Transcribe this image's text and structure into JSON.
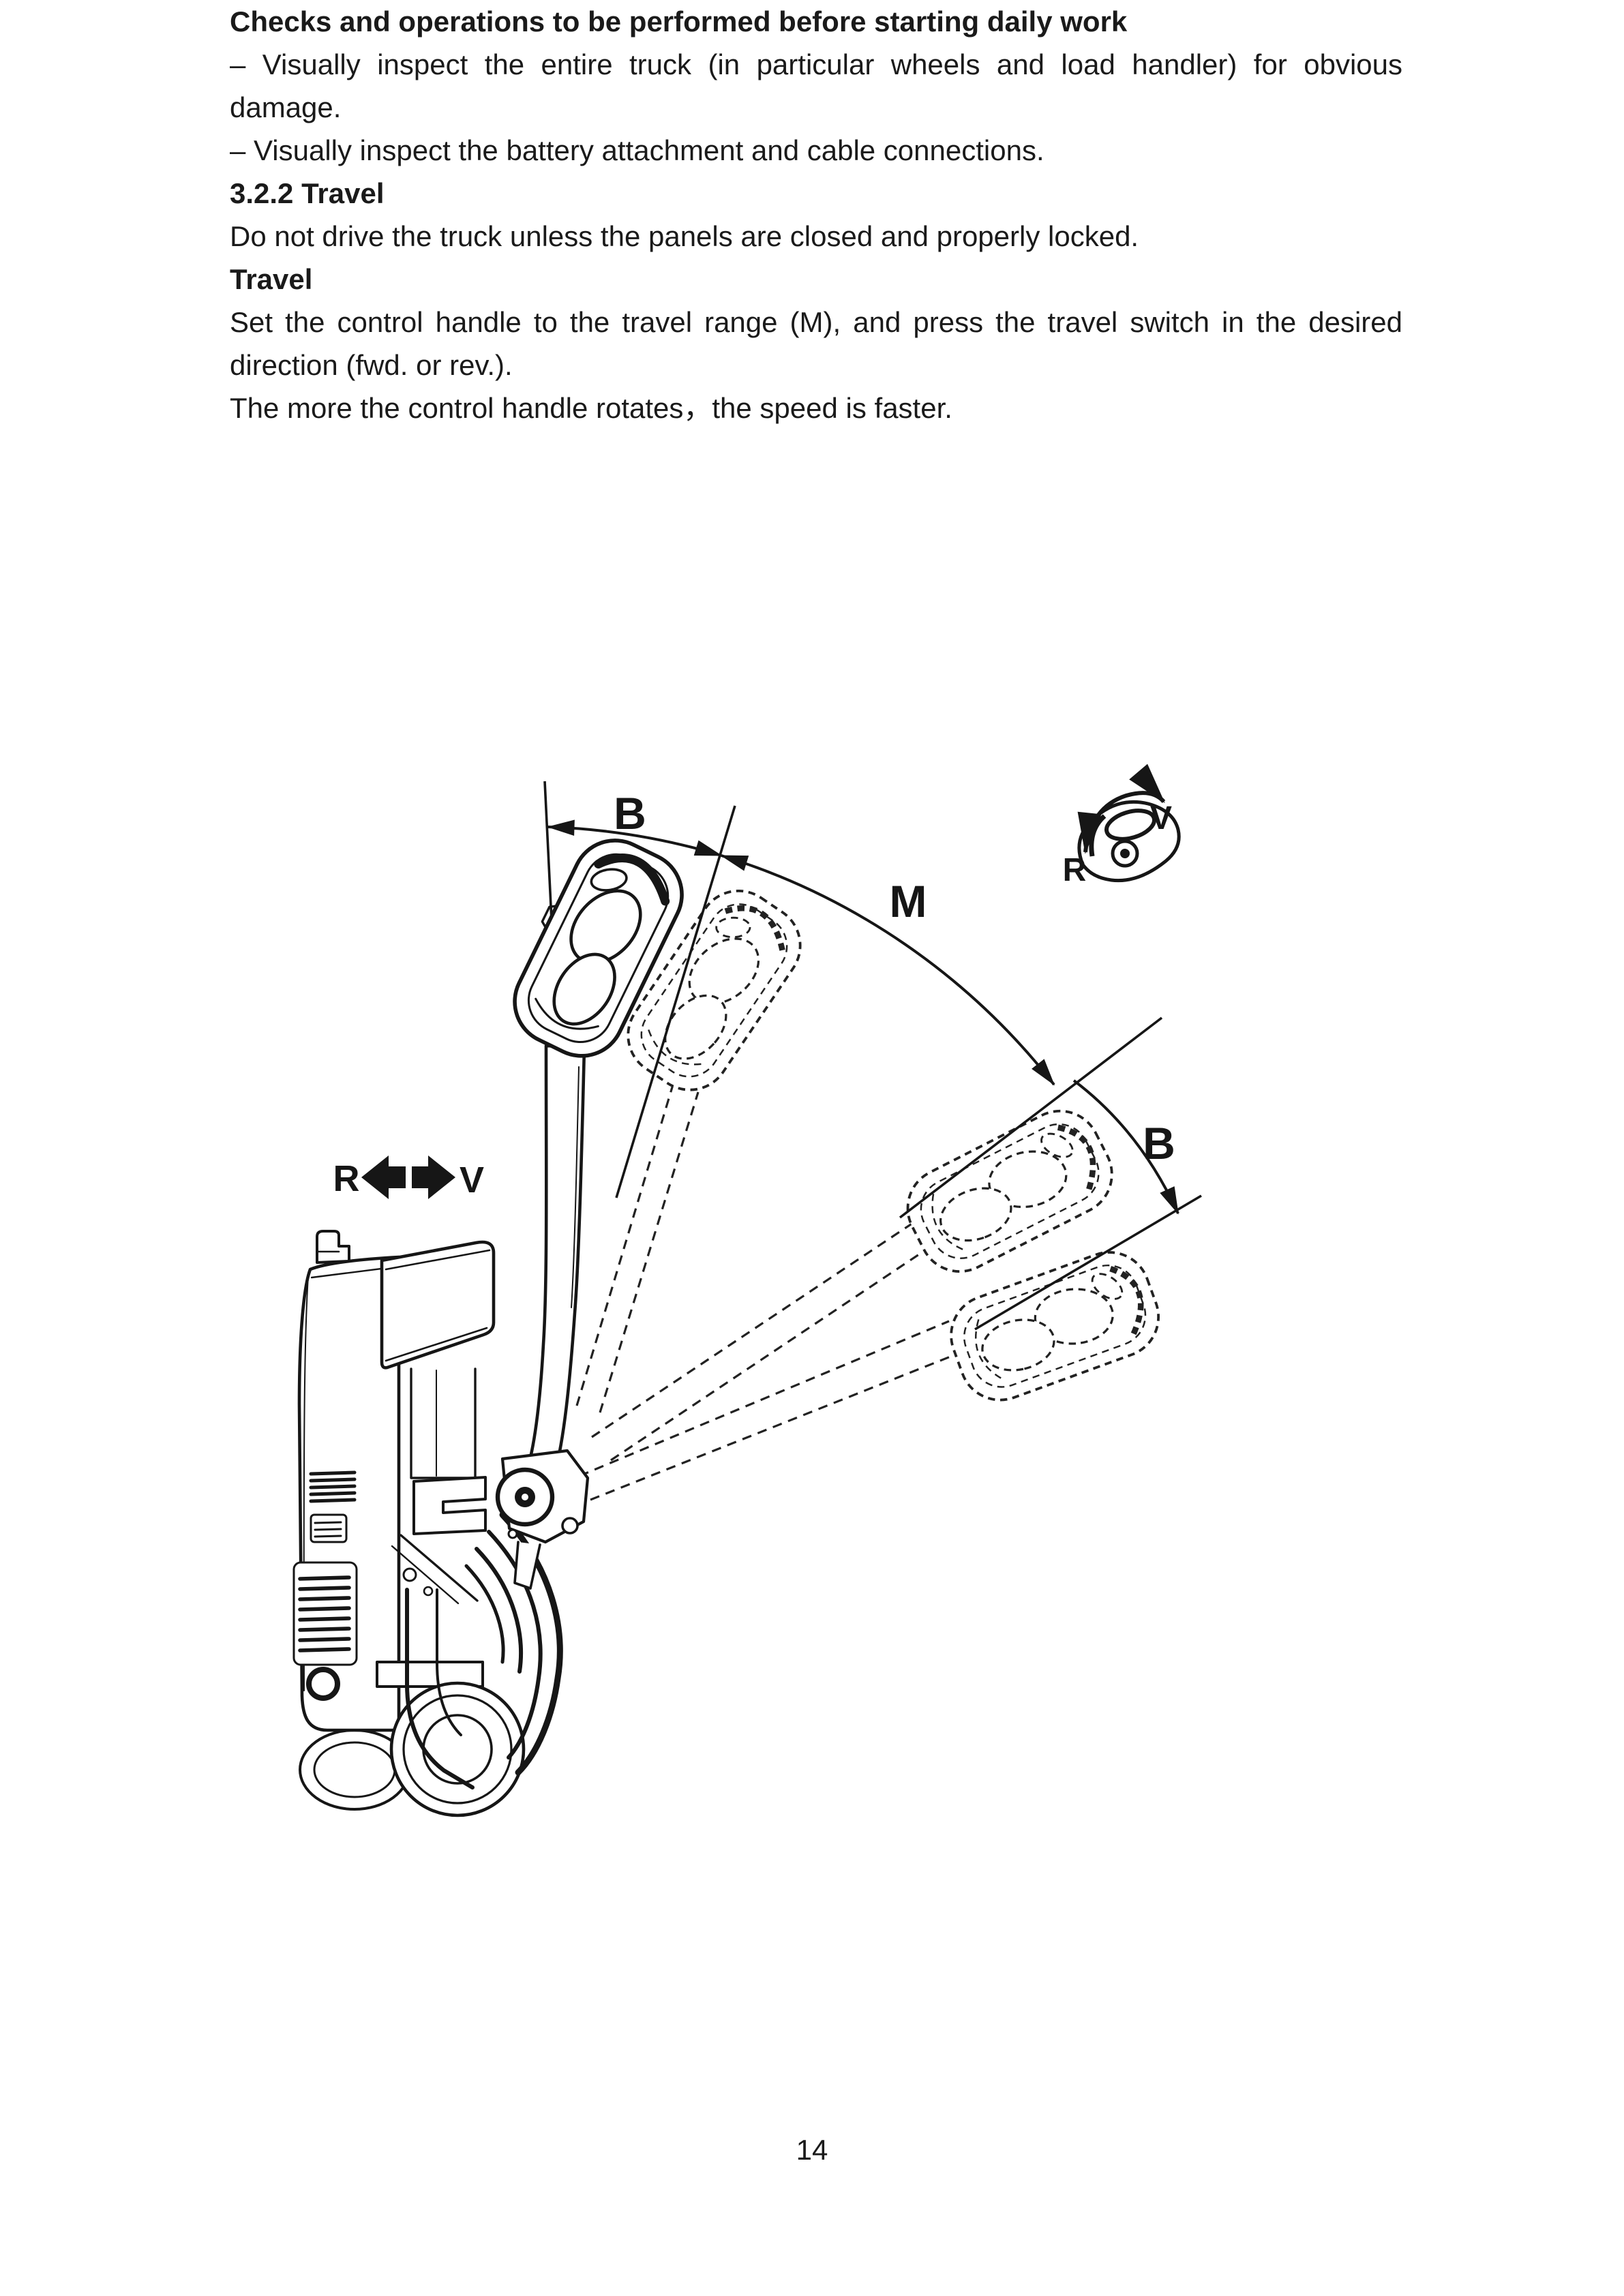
{
  "document": {
    "section_checks": {
      "heading": "Checks and operations to be performed before starting daily work",
      "item_1": "– Visually inspect the entire truck (in particular wheels and load handler) for obvious damage.",
      "item_2": "– Visually inspect the battery attachment and cable connections."
    },
    "section_travel": {
      "number_heading": "3.2.2 Travel",
      "warning": "Do not drive the truck unless the panels are closed and properly locked.",
      "subheading": "Travel",
      "para_1": "Set the control handle to the travel range (M), and press the travel switch in the desired direction (fwd. or rev.).",
      "para_2": "The more the control handle rotates，the speed is faster."
    },
    "diagram": {
      "label_brake_top": "B",
      "label_travel_range": "M",
      "label_brake_right": "B",
      "direction_indicator": {
        "reverse": "R",
        "forward": "V"
      },
      "rotate_indicator": {
        "reverse": "R",
        "forward": "V"
      },
      "icons": {
        "direction_arrows": "left-right-block-arrows-icon",
        "rotate_knob": "tiller-knob-rotate-arrow-icon"
      },
      "line_color": "#161616"
    },
    "footer": {
      "page_number": "14"
    }
  }
}
